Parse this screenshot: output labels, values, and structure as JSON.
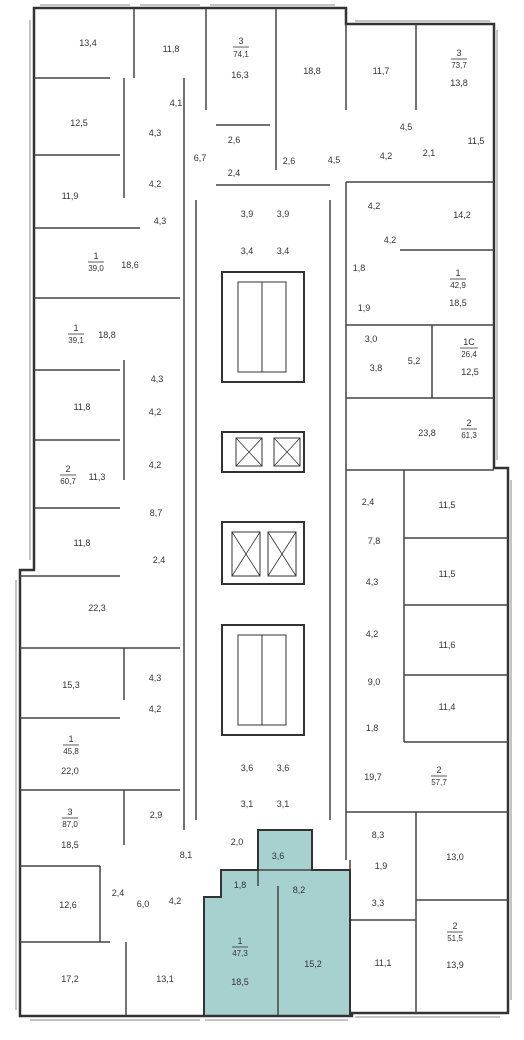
{
  "colors": {
    "wall": "#333333",
    "highlight": "#a7d1cf",
    "line": "#555555"
  },
  "rooms": [
    {
      "id": "r1",
      "label": "13,4"
    },
    {
      "id": "r2",
      "label": "11,8"
    },
    {
      "id": "r3",
      "label": "16,3"
    },
    {
      "id": "r4",
      "label": "18,8"
    },
    {
      "id": "r5",
      "label": "11,7"
    },
    {
      "id": "r6",
      "label": "13,8"
    },
    {
      "id": "r7",
      "label": "4,1"
    },
    {
      "id": "r8",
      "label": "12,5"
    },
    {
      "id": "r9",
      "label": "4,3"
    },
    {
      "id": "r10",
      "label": "4,2"
    },
    {
      "id": "r11",
      "label": "6,7"
    },
    {
      "id": "r12",
      "label": "2,6"
    },
    {
      "id": "r13",
      "label": "2,4"
    },
    {
      "id": "r14",
      "label": "2,6"
    },
    {
      "id": "r15",
      "label": "4,5"
    },
    {
      "id": "r16",
      "label": "4,5"
    },
    {
      "id": "r17",
      "label": "4,2"
    },
    {
      "id": "r18",
      "label": "2,1"
    },
    {
      "id": "r19",
      "label": "11,5"
    },
    {
      "id": "r20",
      "label": "11,9"
    },
    {
      "id": "r21",
      "label": "4,3"
    },
    {
      "id": "r22",
      "label": "3,9"
    },
    {
      "id": "r23",
      "label": "3,9"
    },
    {
      "id": "r24",
      "label": "4,2"
    },
    {
      "id": "r25",
      "label": "14,2"
    },
    {
      "id": "r26",
      "label": "4,2"
    },
    {
      "id": "r27",
      "label": "18,6"
    },
    {
      "id": "r28",
      "label": "3,4"
    },
    {
      "id": "r29",
      "label": "3,4"
    },
    {
      "id": "r30",
      "label": "1,8"
    },
    {
      "id": "r31",
      "label": "18,5"
    },
    {
      "id": "r32",
      "label": "1,9"
    },
    {
      "id": "r33",
      "label": "18,8"
    },
    {
      "id": "r34",
      "label": "3,0"
    },
    {
      "id": "r35",
      "label": "5,2"
    },
    {
      "id": "r36",
      "label": "3,8"
    },
    {
      "id": "r37",
      "label": "12,5"
    },
    {
      "id": "r38",
      "label": "4,3"
    },
    {
      "id": "r39",
      "label": "11,8"
    },
    {
      "id": "r40",
      "label": "4,2"
    },
    {
      "id": "r41",
      "label": "23,8"
    },
    {
      "id": "r42",
      "label": "4,2"
    },
    {
      "id": "r43",
      "label": "11,3"
    },
    {
      "id": "r44",
      "label": "2,4"
    },
    {
      "id": "r45",
      "label": "11,5"
    },
    {
      "id": "r46",
      "label": "8,7"
    },
    {
      "id": "r47",
      "label": "11,8"
    },
    {
      "id": "r48",
      "label": "7,8"
    },
    {
      "id": "r49",
      "label": "2,4"
    },
    {
      "id": "r50",
      "label": "11,5"
    },
    {
      "id": "r51",
      "label": "22,3"
    },
    {
      "id": "r52",
      "label": "4,3"
    },
    {
      "id": "r53",
      "label": "4,2"
    },
    {
      "id": "r54",
      "label": "11,6"
    },
    {
      "id": "r55",
      "label": "15,3"
    },
    {
      "id": "r56",
      "label": "4,3"
    },
    {
      "id": "r57",
      "label": "9,0"
    },
    {
      "id": "r58",
      "label": "11,4"
    },
    {
      "id": "r59",
      "label": "4,2"
    },
    {
      "id": "r60",
      "label": "1,8"
    },
    {
      "id": "r61",
      "label": "22,0"
    },
    {
      "id": "r62",
      "label": "3,6"
    },
    {
      "id": "r63",
      "label": "3,6"
    },
    {
      "id": "r64",
      "label": "19,7"
    },
    {
      "id": "r65",
      "label": "3,1"
    },
    {
      "id": "r66",
      "label": "3,1"
    },
    {
      "id": "r67",
      "label": "2,9"
    },
    {
      "id": "r68",
      "label": "18,5"
    },
    {
      "id": "r69",
      "label": "8,3"
    },
    {
      "id": "r70",
      "label": "2,0"
    },
    {
      "id": "r71",
      "label": "3,6"
    },
    {
      "id": "r72",
      "label": "8,1"
    },
    {
      "id": "r73",
      "label": "1,9"
    },
    {
      "id": "r74",
      "label": "13,0"
    },
    {
      "id": "r75",
      "label": "1,8"
    },
    {
      "id": "r76",
      "label": "8,2"
    },
    {
      "id": "r77",
      "label": "3,3"
    },
    {
      "id": "r78",
      "label": "2,4"
    },
    {
      "id": "r79",
      "label": "6,0"
    },
    {
      "id": "r80",
      "label": "4,2"
    },
    {
      "id": "r81",
      "label": "12,6"
    },
    {
      "id": "r82",
      "label": "18,5"
    },
    {
      "id": "r83",
      "label": "15,2"
    },
    {
      "id": "r84",
      "label": "11,1"
    },
    {
      "id": "r85",
      "label": "13,9"
    },
    {
      "id": "r86",
      "label": "17,2"
    },
    {
      "id": "r87",
      "label": "13,1"
    }
  ],
  "apartments": [
    {
      "id": "a1",
      "rooms": "3",
      "area": "74,1"
    },
    {
      "id": "a2",
      "rooms": "3",
      "area": "73,7"
    },
    {
      "id": "a3",
      "rooms": "1",
      "area": "39,0"
    },
    {
      "id": "a4",
      "rooms": "1",
      "area": "42,9"
    },
    {
      "id": "a5",
      "rooms": "1",
      "area": "39,1"
    },
    {
      "id": "a6",
      "rooms": "1С",
      "area": "26,4"
    },
    {
      "id": "a7",
      "rooms": "2",
      "area": "61,3"
    },
    {
      "id": "a8",
      "rooms": "2",
      "area": "60,7"
    },
    {
      "id": "a9",
      "rooms": "1",
      "area": "45,8"
    },
    {
      "id": "a10",
      "rooms": "2",
      "area": "57,7"
    },
    {
      "id": "a11",
      "rooms": "3",
      "area": "87,0"
    },
    {
      "id": "a12",
      "rooms": "1",
      "area": "47,3",
      "highlighted": true
    },
    {
      "id": "a13",
      "rooms": "2",
      "area": "51,5"
    }
  ]
}
